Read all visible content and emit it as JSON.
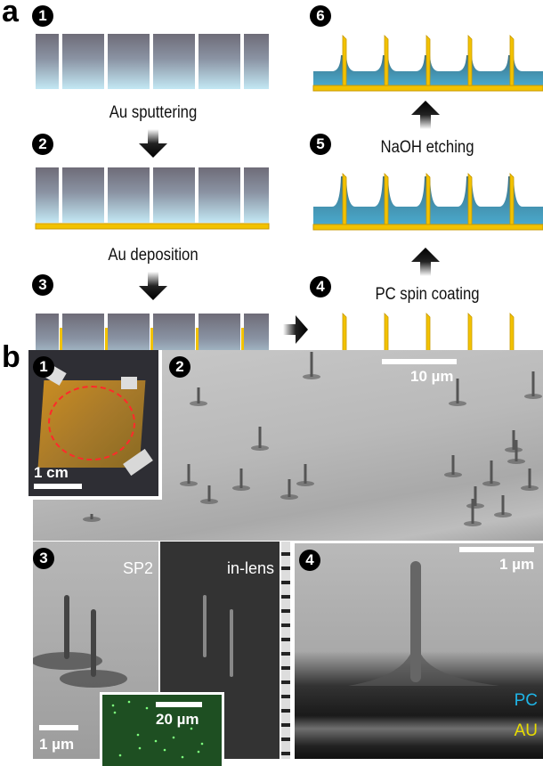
{
  "panel_a": {
    "letter": "a",
    "steps": [
      "1",
      "2",
      "3",
      "4",
      "5",
      "6"
    ],
    "labels": {
      "sputtering": "Au sputtering",
      "deposition": "Au deposition",
      "spin_coating": "PC spin coating",
      "etching": "NaOH etching"
    },
    "colors": {
      "gold": "#f2c200",
      "pc": "#3f8fae",
      "membrane_top": "#6e6c78",
      "membrane_bottom": "#bfe6f2"
    }
  },
  "panel_b": {
    "letter": "b",
    "steps": [
      "1",
      "2",
      "3",
      "4"
    ],
    "photo_scalebar": "1 cm",
    "sem_scalebar": "10 µm",
    "sp2_label": "SP2",
    "inlens_label": "in-lens",
    "panel3_scalebar": "1 µm",
    "fluorescence_scalebar": "20 µm",
    "panel4_scalebar": "1 µm",
    "pc_label": "PC",
    "au_label": "AU",
    "colors": {
      "pc": "#1fb4e6",
      "au": "#e8dc00",
      "circle": "#ff2a2a"
    }
  }
}
